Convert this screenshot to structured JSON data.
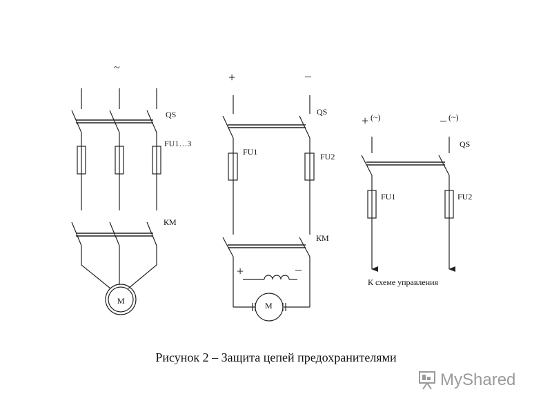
{
  "diagram": {
    "left": {
      "supply_symbol": "~",
      "switch_label": "QS",
      "fuse_label": "FU1…3",
      "contactor_label": "КМ",
      "motor_label": "М"
    },
    "middle": {
      "plus": "+",
      "minus": "–",
      "switch_label": "QS",
      "fuse1_label": "FU1",
      "fuse2_label": "FU2",
      "contactor_label": "КМ",
      "field_plus": "+",
      "field_minus": "–",
      "motor_label": "М"
    },
    "right": {
      "plus": "+",
      "plus_sup": "(~)",
      "minus": "–",
      "minus_sup": "(~)",
      "switch_label": "QS",
      "fuse1_label": "FU1",
      "fuse2_label": "FU2",
      "output_label": "К схеме управления"
    }
  },
  "caption": "Рисунок 2 – Защита цепей предохранителями",
  "watermark": {
    "text": "MyShared"
  },
  "colors": {
    "ink": "#222222",
    "watermark": "#9a9a9a",
    "background": "#ffffff"
  }
}
